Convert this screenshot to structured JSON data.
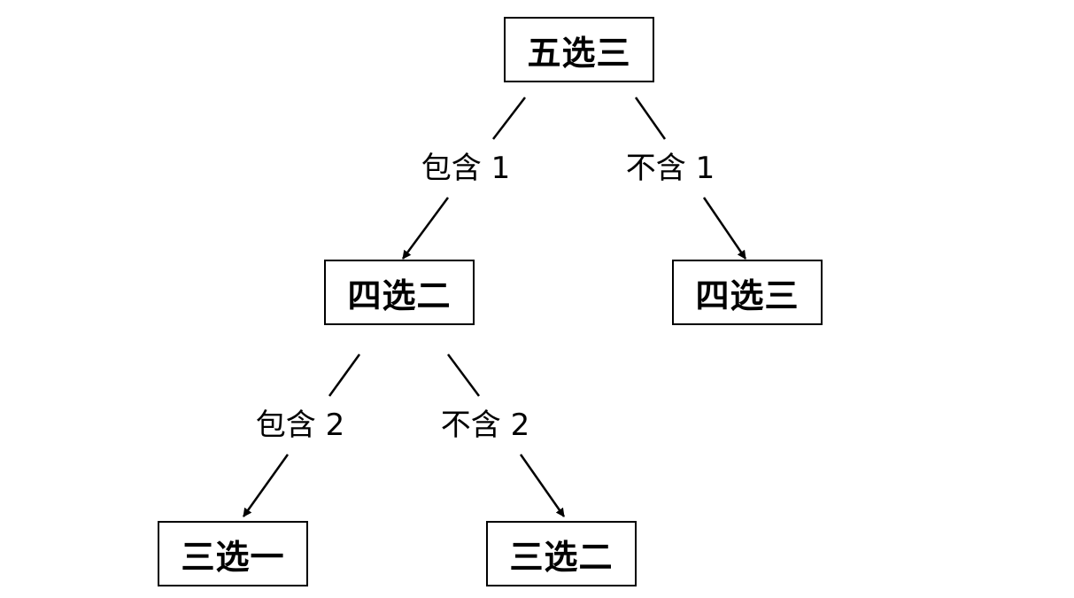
{
  "nodes": {
    "root": "五选三",
    "left": "四选二",
    "right": "四选三",
    "left_left": "三选一",
    "left_right": "三选二"
  },
  "edges": {
    "root_left": "包含 1",
    "root_right": "不含 1",
    "left_left": "包含 2",
    "left_right": "不含 2"
  },
  "colors": {
    "line": "#000000",
    "background": "#ffffff"
  }
}
